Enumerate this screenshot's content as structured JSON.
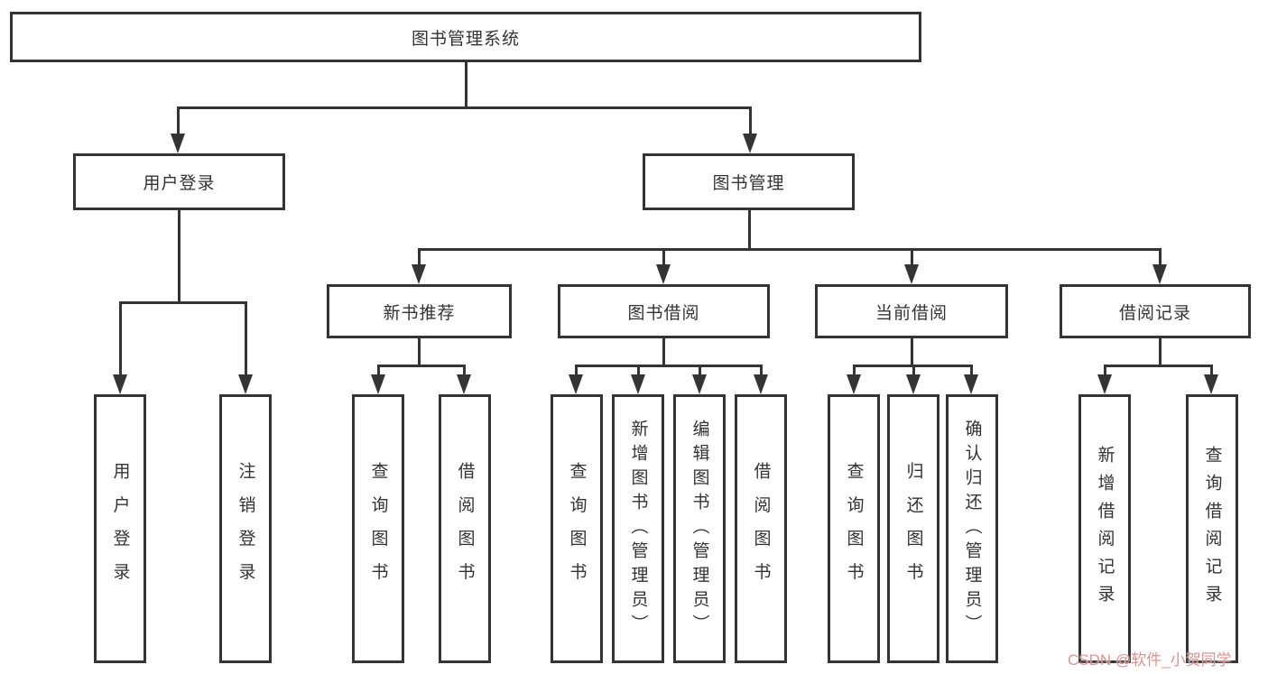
{
  "diagram": {
    "root": {
      "label": "图书管理系统"
    },
    "level2": [
      {
        "label": "用户登录"
      },
      {
        "label": "图书管理"
      }
    ],
    "level3": [
      {
        "label": "新书推荐"
      },
      {
        "label": "图书借阅"
      },
      {
        "label": "当前借阅"
      },
      {
        "label": "借阅记录"
      }
    ],
    "leaves": [
      {
        "label": "用户登录"
      },
      {
        "label": "注销登录"
      },
      {
        "label": "查询图书"
      },
      {
        "label": "借阅图书"
      },
      {
        "label": "查询图书"
      },
      {
        "label": "新增图书（管理员）"
      },
      {
        "label": "编辑图书（管理员）"
      },
      {
        "label": "借阅图书"
      },
      {
        "label": "查询图书"
      },
      {
        "label": "归还图书"
      },
      {
        "label": "确认归还（管理员）"
      },
      {
        "label": "新增借阅记录"
      },
      {
        "label": "查询借阅记录"
      }
    ],
    "watermark": "CSDN @软件_小贺同学",
    "colors": {
      "line": "#343434",
      "text": "#333333",
      "background": "#ffffff",
      "watermark": "#df9191"
    }
  }
}
